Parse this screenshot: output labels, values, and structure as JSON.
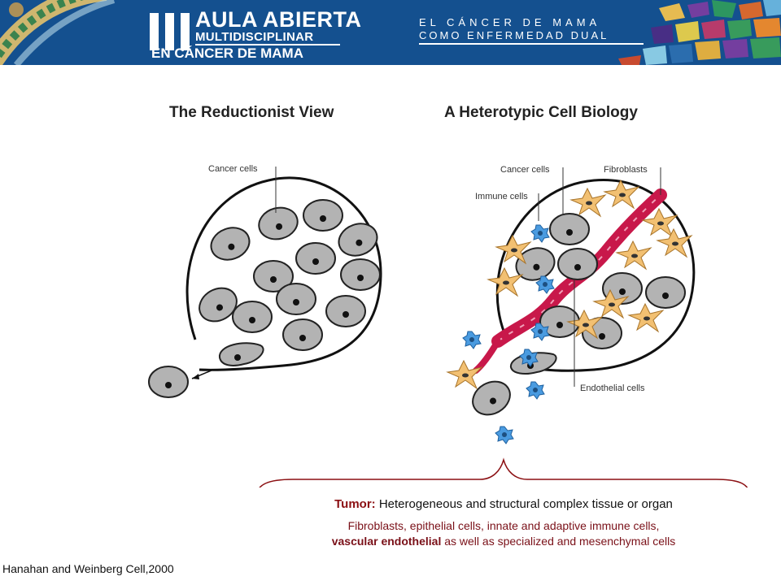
{
  "header": {
    "logo_numeral": "III",
    "logo_line1": "AULA ABIERTA",
    "logo_line2": "MULTIDISCIPLINAR",
    "logo_line3": "EN CÁNCER DE MAMA",
    "subtitle_line1": "EL CÁNCER DE MAMA",
    "subtitle_line2": "COMO ENFERMEDAD DUAL"
  },
  "figure": {
    "left_panel": {
      "title": "The Reductionist View",
      "label_cancer_cells": "Cancer cells"
    },
    "right_panel": {
      "title": "A Heterotypic Cell Biology",
      "label_cancer_cells": "Cancer cells",
      "label_fibroblasts": "Fibroblasts",
      "label_immune_cells": "Immune cells",
      "label_endothelial_cells": "Endothelial cells"
    }
  },
  "caption": {
    "tumor_word": "Tumor:",
    "line1_rest": " Heterogeneous and structural complex tissue or organ",
    "line2": "Fibroblasts, epithelial cells, innate and adaptive immune cells,",
    "line3_bold": "vascular endothelial",
    "line3_rest": " as well as specialized and mesenchymal cells"
  },
  "citation": "Hanahan and Weinberg Cell,2000",
  "colors": {
    "banner_blue": "#14508f",
    "caption_red": "#8b0f12",
    "cell_gray": "#b3b3b3",
    "immune_blue": "#3a8fd6",
    "fibroblast_orange": "#f2c072",
    "vessel_red": "#c8184a"
  }
}
